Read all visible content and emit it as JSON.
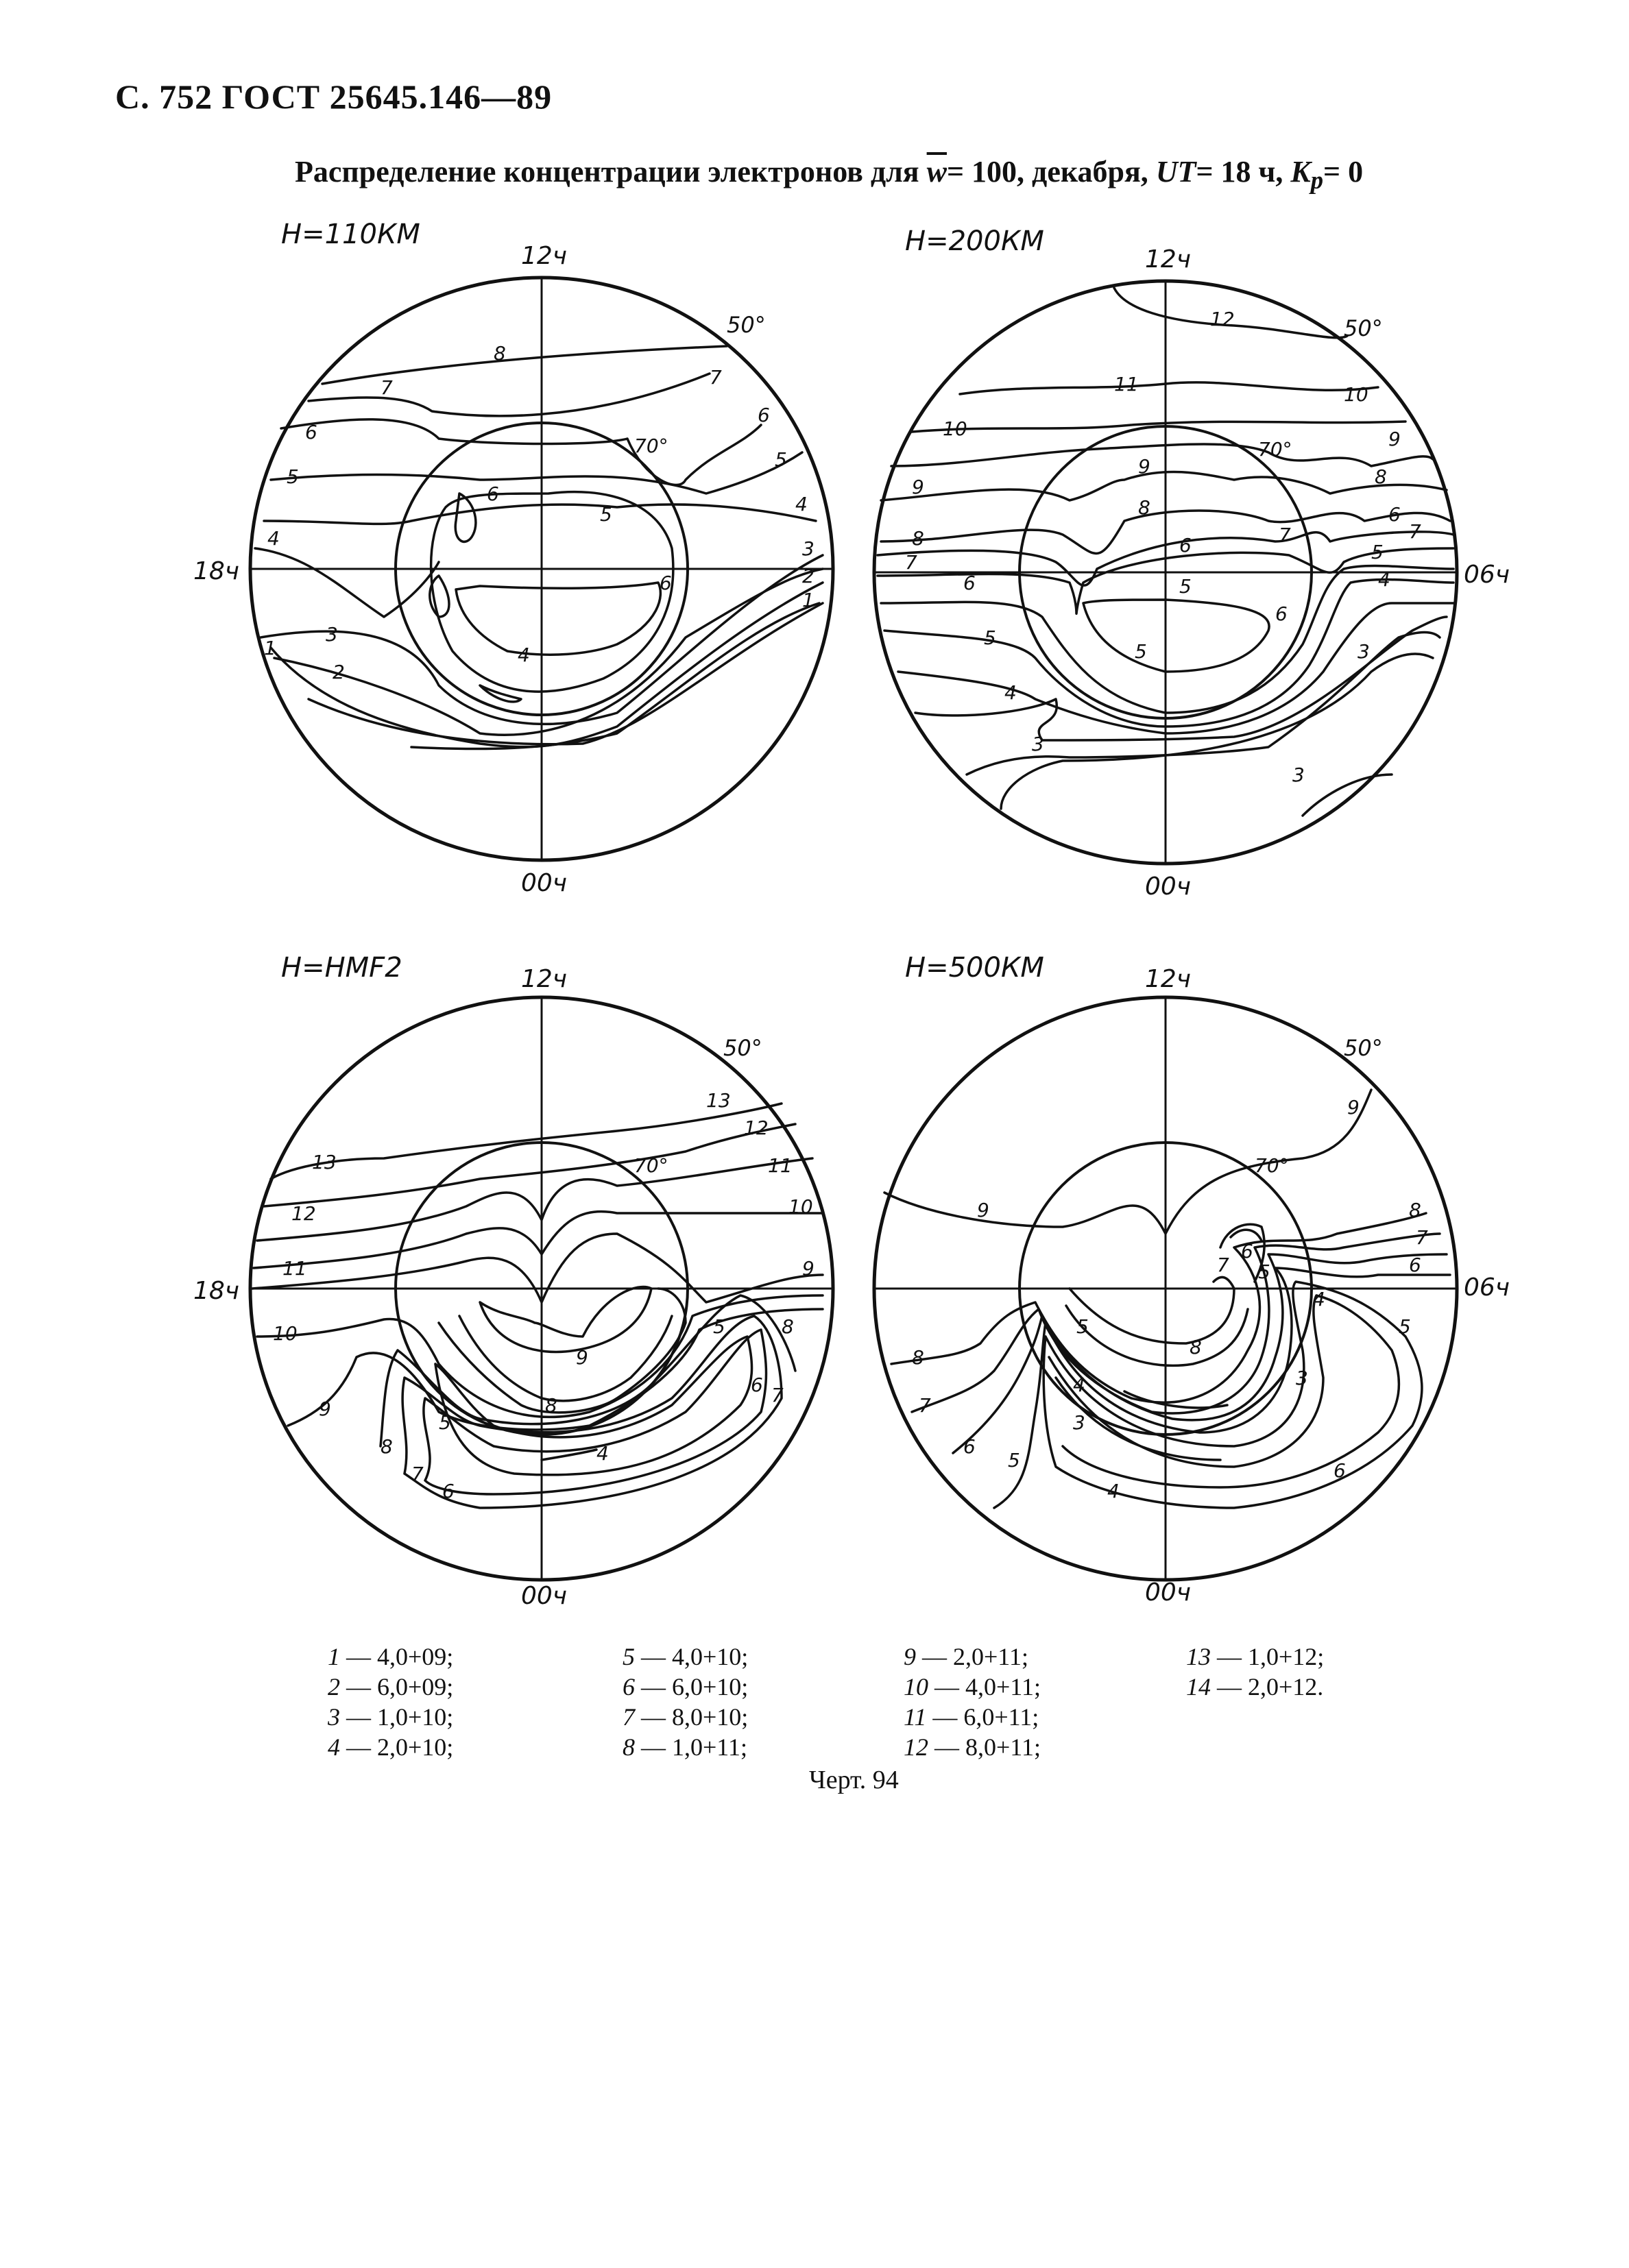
{
  "header": {
    "text": "С. 752 ГОСТ 25645.146—89"
  },
  "title": {
    "main": "Распределение концентрации электронов для",
    "w_symbol": "w",
    "w_value": "= 100, декабря,",
    "ut_symbol": "UT",
    "ut_value": "= 18 ч,",
    "kp_symbol": "K",
    "kp_sub": "p",
    "kp_value": "= 0"
  },
  "maps": [
    {
      "label": "H=110КМ",
      "top": "12ч",
      "bottom": "00ч",
      "left": "18ч",
      "right": "",
      "lat_outer": "50°",
      "lat_inner": "70°",
      "contour_labels": [
        "8",
        "7",
        "7",
        "6",
        "6",
        "5",
        "5",
        "4",
        "4",
        "3",
        "3",
        "2",
        "2",
        "1",
        "1",
        "6",
        "5",
        "6",
        "4"
      ]
    },
    {
      "label": "H=200КМ",
      "top": "12ч",
      "bottom": "00ч",
      "left": "",
      "right": "06ч",
      "lat_outer": "50°",
      "lat_inner": "70°",
      "contour_labels": [
        "12",
        "11",
        "10",
        "10",
        "9",
        "9",
        "9",
        "8",
        "8",
        "8",
        "7",
        "7",
        "7",
        "6",
        "6",
        "6",
        "6",
        "5",
        "5",
        "5",
        "5",
        "4",
        "4",
        "3",
        "3",
        "3",
        "6"
      ]
    },
    {
      "label": "H=HMF2",
      "top": "12ч",
      "bottom": "00ч",
      "left": "18ч",
      "right": "",
      "lat_outer": "50°",
      "lat_inner": "70°",
      "contour_labels": [
        "13",
        "13",
        "12",
        "12",
        "11",
        "11",
        "10",
        "10",
        "9",
        "9",
        "9",
        "8",
        "8",
        "8",
        "7",
        "7",
        "6",
        "6",
        "5",
        "5",
        "4"
      ]
    },
    {
      "label": "H=500КМ",
      "top": "12ч",
      "bottom": "00ч",
      "left": "",
      "right": "06ч",
      "lat_outer": "50°",
      "lat_inner": "70°",
      "contour_labels": [
        "9",
        "9",
        "8",
        "8",
        "8",
        "7",
        "7",
        "7",
        "6",
        "6",
        "6",
        "6",
        "5",
        "5",
        "5",
        "5",
        "4",
        "4",
        "4",
        "3",
        "3"
      ]
    }
  ],
  "legend": [
    {
      "num": "1",
      "value": "— 4,0+09;"
    },
    {
      "num": "2",
      "value": "— 6,0+09;"
    },
    {
      "num": "3",
      "value": "— 1,0+10;"
    },
    {
      "num": "4",
      "value": "— 2,0+10;"
    },
    {
      "num": "5",
      "value": "— 4,0+10;"
    },
    {
      "num": "6",
      "value": "— 6,0+10;"
    },
    {
      "num": "7",
      "value": "— 8,0+10;"
    },
    {
      "num": "8",
      "value": "— 1,0+11;"
    },
    {
      "num": "9",
      "value": "— 2,0+11;"
    },
    {
      "num": "10",
      "value": "— 4,0+11;"
    },
    {
      "num": "11",
      "value": "— 6,0+11;"
    },
    {
      "num": "12",
      "value": "— 8,0+11;"
    },
    {
      "num": "13",
      "value": "— 1,0+12;"
    },
    {
      "num": "14",
      "value": "— 2,0+12."
    }
  ],
  "caption": "Черт. 94"
}
